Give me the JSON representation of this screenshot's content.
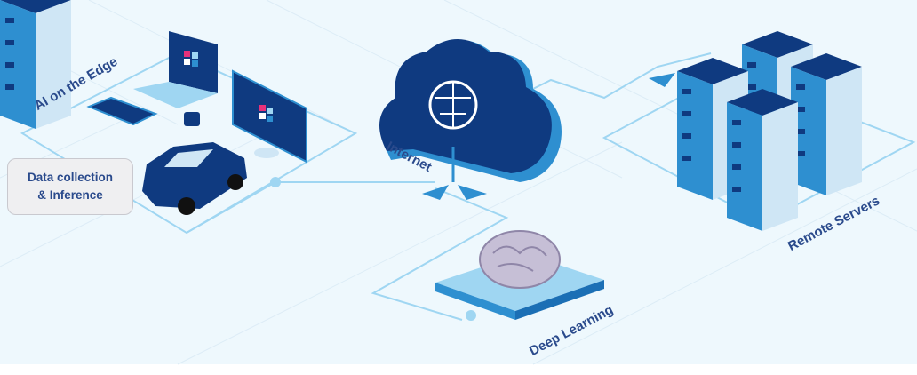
{
  "labels": {
    "edge": "AI on the Edge",
    "bubble_line1": "Data collection",
    "bubble_line2": "& Inference",
    "internet": "Internet",
    "deep_learning": "Deep Learning",
    "remote_servers": "Remote Servers"
  },
  "colors": {
    "background": "#eef8fd",
    "line": "#9fd6f2",
    "navy": "#0f3a80",
    "accent": "#2e8fd0",
    "text": "#2a4a8c",
    "pink": "#e6317a"
  }
}
